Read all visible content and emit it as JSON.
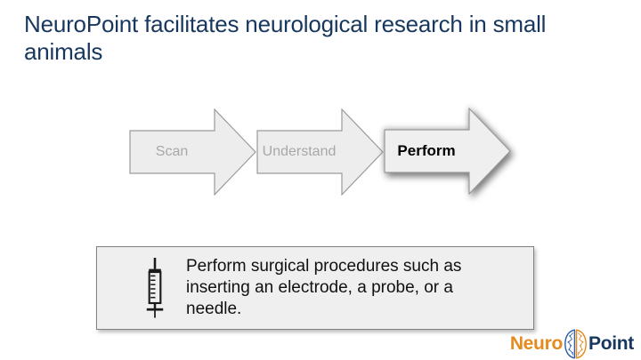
{
  "slide": {
    "title": {
      "lines": [
        "NeuroPoint facilitates neurological research in small",
        "animals"
      ]
    }
  },
  "process": {
    "steps": [
      {
        "label": "Scan",
        "state": "inactive"
      },
      {
        "label": "Understand",
        "state": "inactive"
      },
      {
        "label": "Perform",
        "state": "active"
      }
    ]
  },
  "callout": {
    "icon": "syringe-icon",
    "lines": [
      "Perform surgical procedures such as",
      "inserting an electrode, a probe, or a",
      "needle."
    ]
  },
  "logo": {
    "neuro": "Neuro",
    "point": "Point",
    "icon": "brain-icon"
  },
  "colors": {
    "title_navy": "#17375E",
    "accent_orange": "#E68A1E",
    "brain_blue": "#2E5FA3",
    "arrow_fill": "#EDEDED",
    "arrow_border": "#9A9A9A",
    "inactive_label": "#A8A8A8",
    "callout_bg": "#EFEFEF",
    "callout_border": "#808080"
  }
}
